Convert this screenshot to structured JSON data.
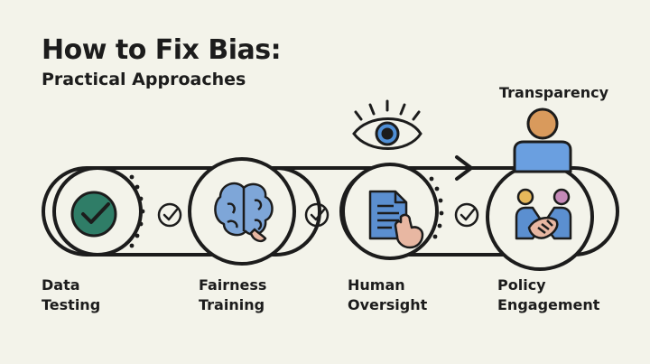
{
  "header": {
    "title": "How to Fix Bias:",
    "subtitle": "Practical Approaches"
  },
  "top_label": "Transparency",
  "steps": [
    {
      "line1": "Data",
      "line2": "Testing"
    },
    {
      "line1": "Fairness",
      "line2": "Training"
    },
    {
      "line1": "Human",
      "line2": "Oversight"
    },
    {
      "line1": "Policy",
      "line2": "Engagement"
    }
  ],
  "colors": {
    "background": "#f3f3ea",
    "stroke": "#1c1c1c",
    "check_green": "#2f7d67",
    "brain_blue": "#7ea6d8",
    "document_blue": "#5b8fd0",
    "eye_blue": "#4f8fd6",
    "person_orange": "#d99a5c",
    "person_blue": "#6a9fe0",
    "person_purple": "#c58ab8",
    "skin": "#e8b7a2"
  }
}
